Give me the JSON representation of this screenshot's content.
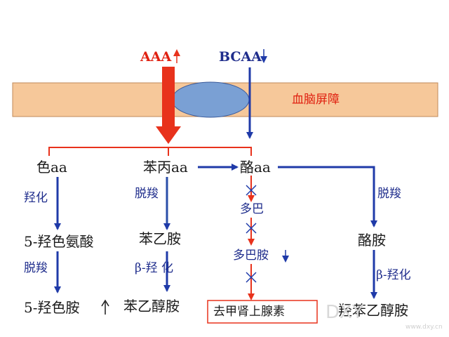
{
  "top": {
    "aaa": "AAA",
    "bcaa": "BCAA"
  },
  "barrier": {
    "label": "血脑屏障"
  },
  "colors": {
    "red": "#e8321c",
    "blue": "#1f3aa8",
    "barrier": "#f6c89a",
    "ellipse": "#7aa0d4"
  },
  "nodes": {
    "trp": "色aa",
    "phe": "苯丙aa",
    "tyr": "酪aa",
    "hydroxy_trp": "5-羟色氨酸",
    "phenylethylamine": "苯乙胺",
    "dopa": "多巴",
    "dopamine": "多巴胺",
    "tyramine": "酪胺",
    "serotonin": "5-羟色胺",
    "phenylethanolamine": "苯乙醇胺",
    "norepinephrine": "去甲肾上腺素",
    "octopamine": "羟苯乙醇胺"
  },
  "edges": {
    "hydroxylation": "羟化",
    "decarboxylation": "脱羧",
    "beta_hydroxylation": "β-羟 化",
    "beta_hydroxylation2": "β-羟化"
  },
  "watermark": {
    "main": "DXY",
    "sub": "www.dxy.cn"
  }
}
